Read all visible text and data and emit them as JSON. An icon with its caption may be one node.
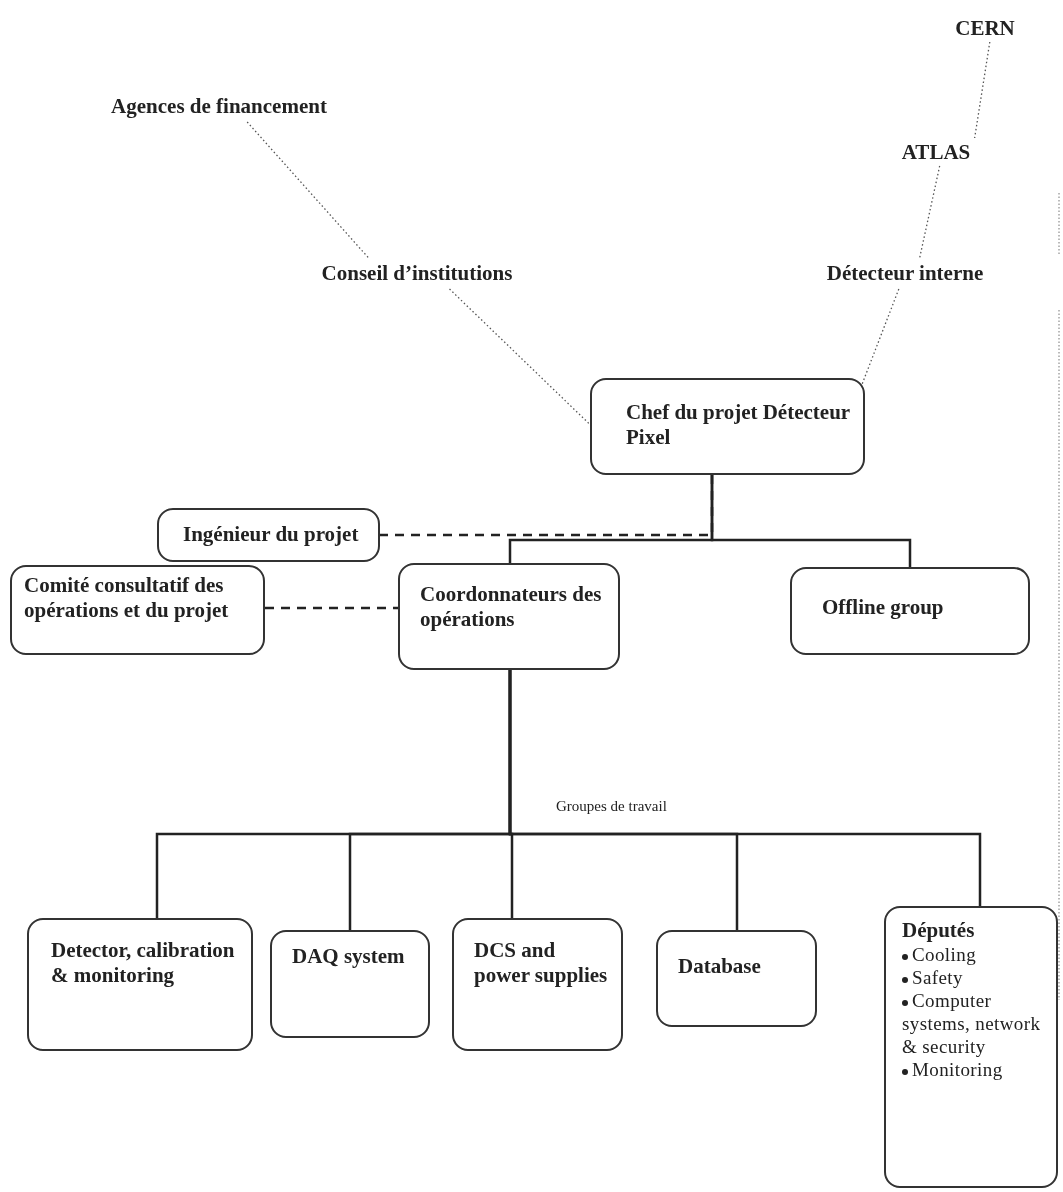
{
  "diagram": {
    "nodes": [
      {
        "text": [
          "CERN"
        ]
      },
      {
        "text": [
          "Agences de financement"
        ]
      },
      {
        "text": [
          "ATLAS"
        ]
      },
      {
        "text": [
          "Conseil d’institutions"
        ]
      },
      {
        "text": [
          "Détecteur interne"
        ]
      },
      {
        "text": [
          "Chef du projet Détecteur Pixel"
        ]
      },
      {
        "text": [
          "Ingénieur du projet"
        ]
      },
      {
        "text": [
          "Comité consultatif des opérations et du projet"
        ]
      },
      {
        "text": [
          "Coordonnateurs des opérations"
        ]
      },
      {
        "text": [
          "Offline group"
        ]
      },
      {
        "text": [
          "Detector, calibration & monitoring"
        ]
      },
      {
        "text": [
          "DAQ system"
        ]
      },
      {
        "text": [
          "DCS and power supplies"
        ]
      },
      {
        "text": [
          "Database"
        ]
      },
      {
        "text": [
          "Députés",
          "Cooling",
          "Safety",
          "Computer systems, network & security",
          "Monitoring"
        ]
      }
    ],
    "edges": [
      {
        "from": 0,
        "to": 2,
        "arrow": "none",
        "style": "dashed",
        "color": "#555555"
      },
      {
        "from": 1,
        "to": 3,
        "arrow": "none",
        "style": "dashed",
        "color": "#555555"
      },
      {
        "from": 2,
        "to": 4,
        "arrow": "none",
        "style": "dashed",
        "color": "#555555"
      },
      {
        "from": 3,
        "to": 5,
        "arrow": "none",
        "style": "dashed",
        "color": "#555555"
      },
      {
        "from": 4,
        "to": 5,
        "arrow": "none",
        "style": "dashed",
        "color": "#555555"
      },
      {
        "from": 5,
        "to": 6,
        "arrow": "none",
        "style": "dashed"
      },
      {
        "from": 5,
        "to": 8,
        "arrow": "none"
      },
      {
        "from": 5,
        "to": 9,
        "arrow": "none"
      },
      {
        "from": 7,
        "to": 8,
        "arrow": "none",
        "style": "dashed"
      },
      {
        "from": 8,
        "to": 10,
        "arrow": "none"
      },
      {
        "from": 8,
        "to": 11,
        "arrow": "none"
      },
      {
        "from": 8,
        "to": 12,
        "arrow": "none"
      },
      {
        "from": 8,
        "to": 13,
        "arrow": "none"
      },
      {
        "from": 8,
        "to": 14,
        "arrow": "none"
      }
    ],
    "labels": [
      "Groupes de travail"
    ]
  }
}
